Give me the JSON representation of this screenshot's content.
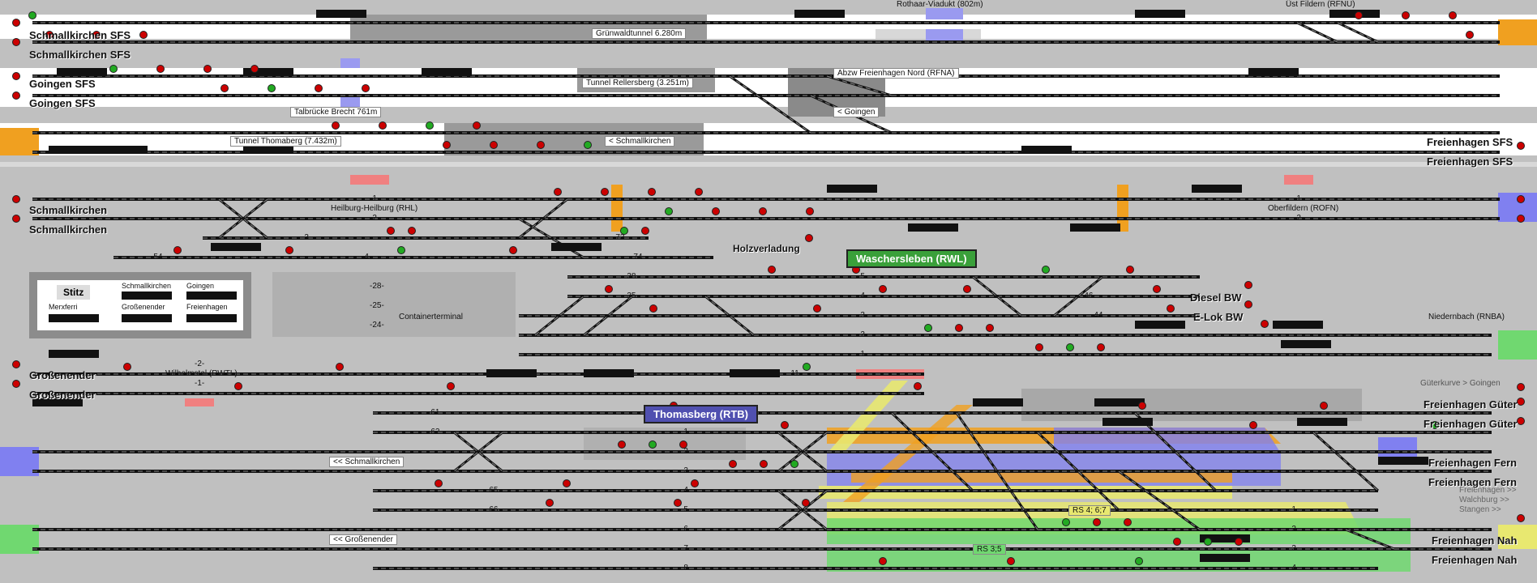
{
  "colors": {
    "background": "#c0c0c0",
    "track": "#111111",
    "panel_white": "#ffffff",
    "tunnel_gray": "#9a9a9a",
    "route_orange": "#f0a020",
    "route_blue": "#8080f0",
    "route_green": "#70d870",
    "route_yellow": "#e8e870",
    "signal_red": "#cc0000",
    "signal_green": "#22aa22",
    "occupied_pink": "#f08080",
    "station_green": "#3aa03a",
    "station_blue": "#5050b0"
  },
  "top_labels": {
    "rothaar": "Rothaar-Viadukt (802m)",
    "fildern": "Üst Fildern (RFNU)"
  },
  "line_labels_left": [
    "Schmallkirchen SFS",
    "Schmallkirchen SFS",
    "Goingen SFS",
    "Goingen SFS",
    "Schmallkirchen",
    "Schmallkirchen",
    "Großenender",
    "Großenender"
  ],
  "line_labels_right": [
    "Freienhagen SFS",
    "Freienhagen SFS",
    "Diesel BW",
    "E-Lok BW",
    "Freienhagen Güter",
    "Freienhagen Güter",
    "Freienhagen Fern",
    "Freienhagen Fern",
    "Freienhagen Nah",
    "Freienhagen Nah"
  ],
  "structure_labels": {
    "gruenwald": "Grünwaldtunnel 6.280m",
    "rellersberg": "Tunnel Rellersberg (3.251m)",
    "brecht": "Talbrücke Brecht 761m",
    "thomaberg": "Tunnel Thomaberg (7.432m)",
    "abzw": "Abzw Freienhagen Nord (RFNA)",
    "goingen_arrow": "< Goingen",
    "schmall_arrow": "< Schmallkirchen",
    "heilburg": "Heilburg-Heilburg (RHL)",
    "oberfildern": "Oberfildern (ROFN)",
    "holzverladung": "Holzverladung",
    "containerterminal": "Containerterminal",
    "wilhelmstal": "Wilhelmstal (RWTL)",
    "niedernbach": "Niedernbach (RNBA)",
    "gueterkurve": "Güterkurve > Goingen",
    "fh_arrow": "Freienhagen >>",
    "walchburg": "Walchburg >>",
    "stangen": "Stangen >>",
    "schmall_left": "<< Schmallkirchen",
    "gross_left": "<< Großenender",
    "rs46": "RS 4; 6;7",
    "rs35": "RS 3;5"
  },
  "stations": {
    "waschersleben": "Waschersleben (RWL)",
    "thomasberg": "Thomasberg (RTB)"
  },
  "stitz": {
    "title": "Stitz",
    "columns": [
      "Schmallkirchen",
      "Goingen",
      "Merxferri",
      "Großenender",
      "Freienhagen"
    ]
  },
  "track_numbers": {
    "heilburg": [
      "-1-",
      "-2-",
      "-3-",
      "-54-",
      "-4-"
    ],
    "mid": [
      "-73-",
      "-74-",
      "-38-",
      "-35-",
      "-28-",
      "-25-",
      "-24-"
    ],
    "wasch": [
      "-5-",
      "-4-",
      "-3-",
      "-2-",
      "-1-",
      "-11-",
      "-46-",
      "-44-"
    ],
    "ober": [
      "-1-",
      "-2-"
    ],
    "thomas_left": [
      "-61-",
      "-62-",
      "-65-",
      "-66-"
    ],
    "thomas_main": [
      "-1-",
      "-2-",
      "-3-",
      "-4-",
      "-5-",
      "-6-",
      "-7-",
      "-8-"
    ],
    "nah_right": [
      "-1-",
      "-2-",
      "-3-",
      "-4-"
    ],
    "willh": [
      "-2-",
      "-1-"
    ]
  }
}
